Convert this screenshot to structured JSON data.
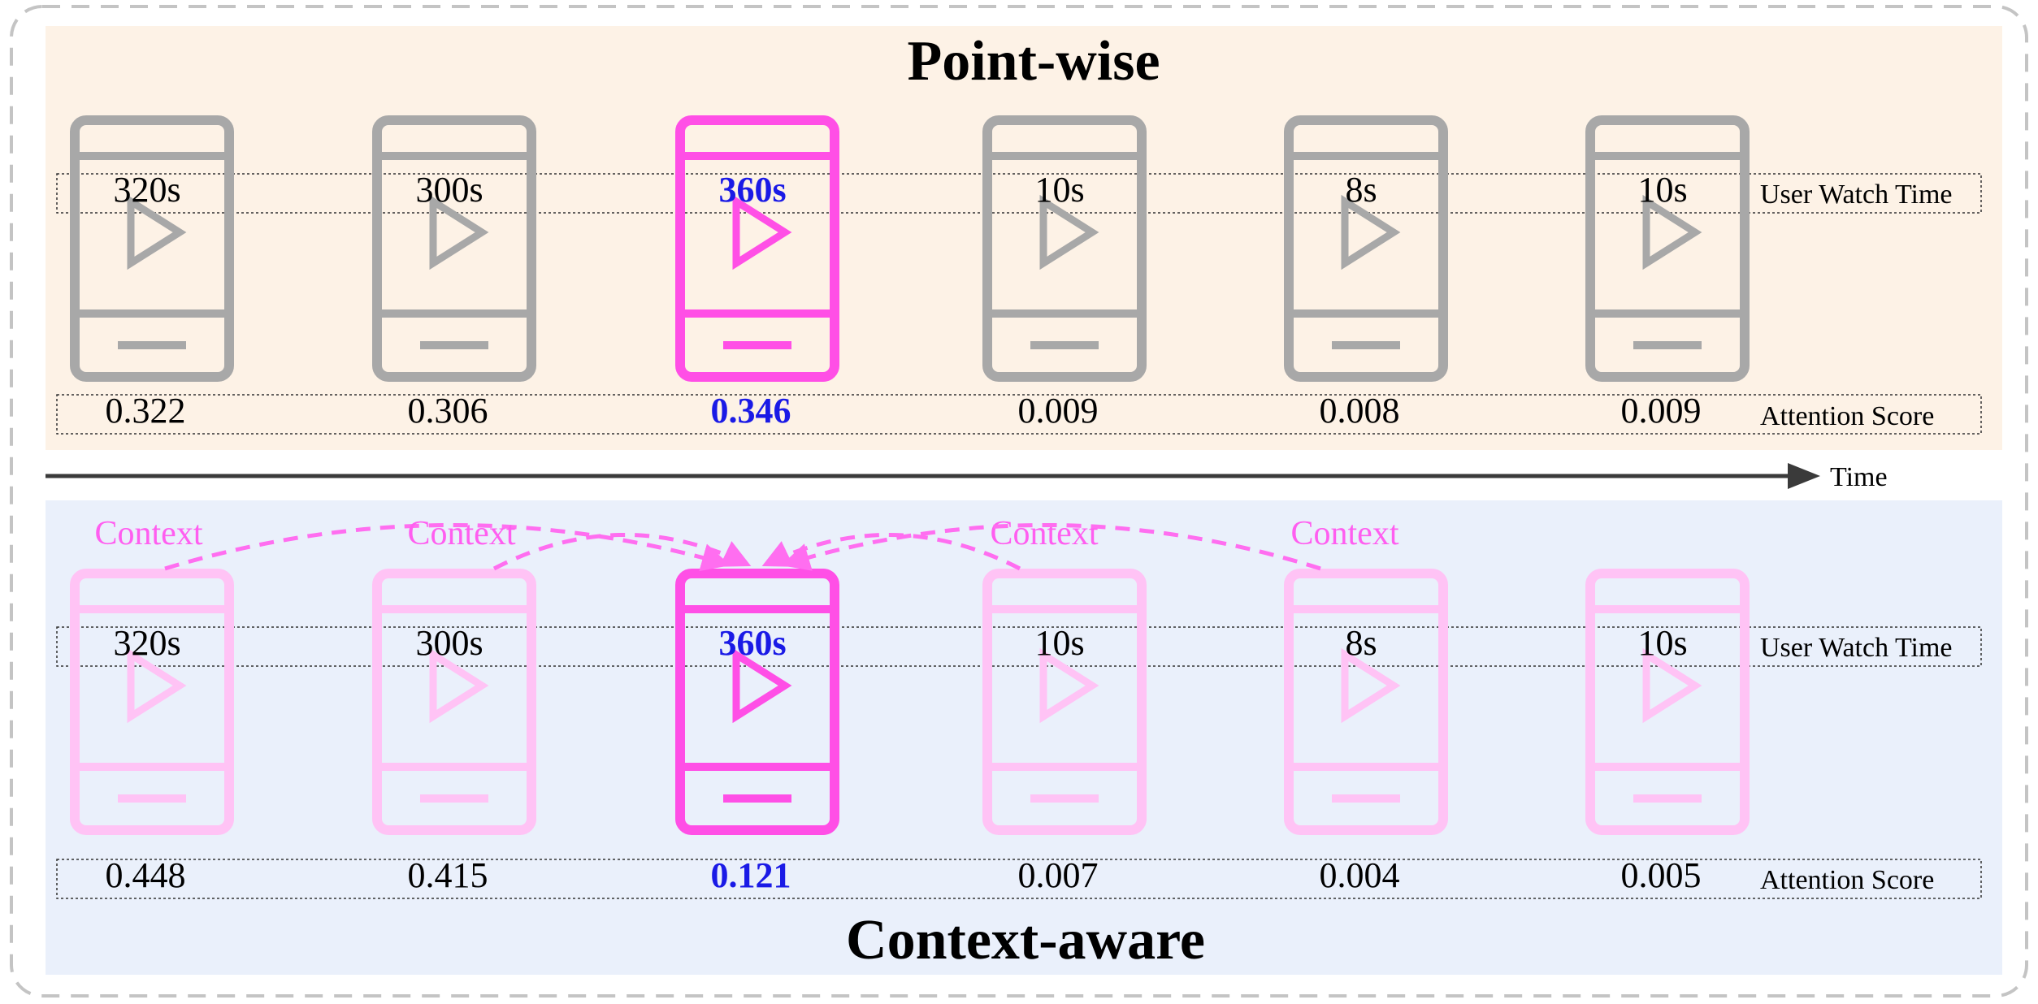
{
  "point_wise": {
    "title": "Point-wise",
    "row_watch_label": "User Watch Time",
    "row_score_label": "Attention Score",
    "items": [
      {
        "watch": "320s",
        "score": "0.322",
        "highlight": false
      },
      {
        "watch": "300s",
        "score": "0.306",
        "highlight": false
      },
      {
        "watch": "360s",
        "score": "0.346",
        "highlight": true
      },
      {
        "watch": "10s",
        "score": "0.009",
        "highlight": false
      },
      {
        "watch": "8s",
        "score": "0.008",
        "highlight": false
      },
      {
        "watch": "10s",
        "score": "0.009",
        "highlight": false
      }
    ]
  },
  "time_axis": {
    "label": "Time"
  },
  "context_aware": {
    "title": "Context-aware",
    "row_watch_label": "User Watch Time",
    "row_score_label": "Attention Score",
    "context_label": "Context",
    "context_sources": [
      0,
      1,
      3,
      4
    ],
    "target_index": 2,
    "items": [
      {
        "watch": "320s",
        "score": "0.448",
        "highlight": false
      },
      {
        "watch": "300s",
        "score": "0.415",
        "highlight": false
      },
      {
        "watch": "360s",
        "score": "0.121",
        "highlight": true
      },
      {
        "watch": "10s",
        "score": "0.007",
        "highlight": false
      },
      {
        "watch": "8s",
        "score": "0.004",
        "highlight": false
      },
      {
        "watch": "10s",
        "score": "0.005",
        "highlight": false
      }
    ]
  },
  "colors": {
    "top_panel_bg": "#fdf2e6",
    "bottom_panel_bg": "#eaf0fb",
    "phone_gray": "#a8a8a8",
    "phone_magenta": "#ff4fe6",
    "phone_pink": "#ffc3f5",
    "context_text": "#ff5ef0",
    "highlight_text": "#1a1ae6",
    "axis": "#3a3a3a"
  },
  "icons": [
    "phone-icon",
    "play-icon",
    "arrow-right-icon"
  ]
}
